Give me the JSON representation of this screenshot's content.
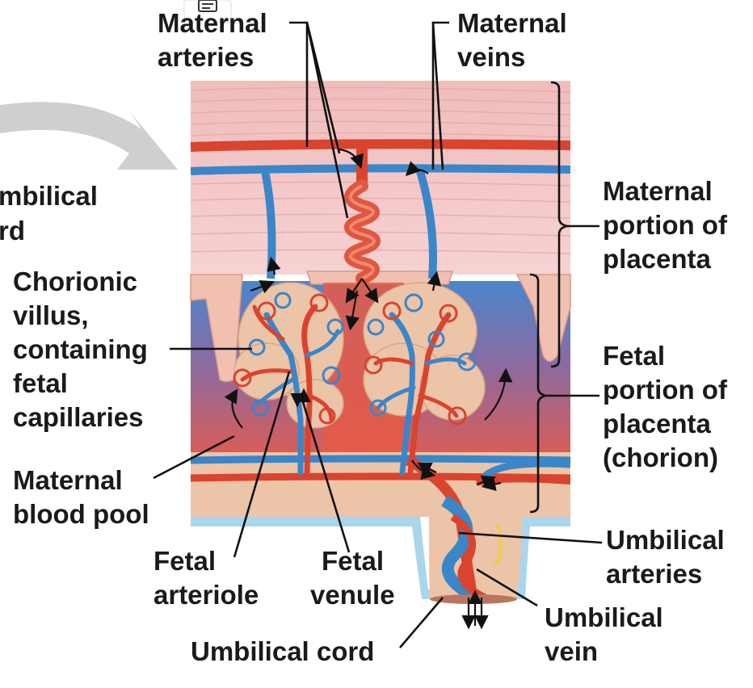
{
  "labels": {
    "maternal_arteries": [
      "Maternal",
      "arteries"
    ],
    "maternal_veins": [
      "Maternal",
      "veins"
    ],
    "umbilical_cord_partial": [
      "mbilical",
      "rd"
    ],
    "chorionic_villus": [
      "Chorionic",
      "villus,",
      "containing",
      "fetal",
      "capillaries"
    ],
    "maternal_portion": [
      "Maternal",
      "portion of",
      "placenta"
    ],
    "fetal_portion": [
      "Fetal",
      "portion of",
      "placenta",
      "(chorion)"
    ],
    "maternal_blood_pool": [
      "Maternal",
      "blood pool"
    ],
    "fetal_arteriole": [
      "Fetal",
      "arteriole"
    ],
    "fetal_venule": [
      "Fetal",
      "venule"
    ],
    "umbilical_arteries": [
      "Umbilical",
      "arteries"
    ],
    "umbilical_vein": [
      "Umbilical",
      "vein"
    ],
    "umbilical_cord": "Umbilical cord"
  },
  "colors": {
    "artery": "#e2553f",
    "vein": "#3f8fd0",
    "uterine_tissue": "#f3c4c4",
    "chorion": "#e9c2a6",
    "pool_top": "#4f7fc6",
    "pool_bottom": "#e8584a"
  },
  "icons": [
    "comment-icon",
    "big-arrow-icon"
  ]
}
